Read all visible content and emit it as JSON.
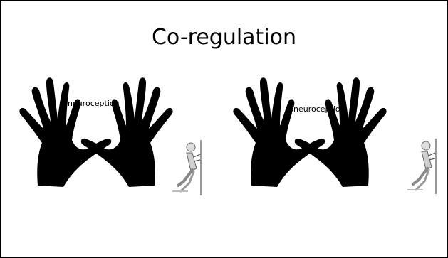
{
  "slide": {
    "title": "Co-regulation",
    "groups": [
      {
        "label": "neuroception"
      },
      {
        "label": "neuroception"
      }
    ]
  },
  "colors": {
    "background": "#ffffff",
    "border": "#000000",
    "drawing": "#444444"
  },
  "icons": [
    "left-hand-icon",
    "right-hand-icon",
    "person-pushing-wall-icon"
  ]
}
